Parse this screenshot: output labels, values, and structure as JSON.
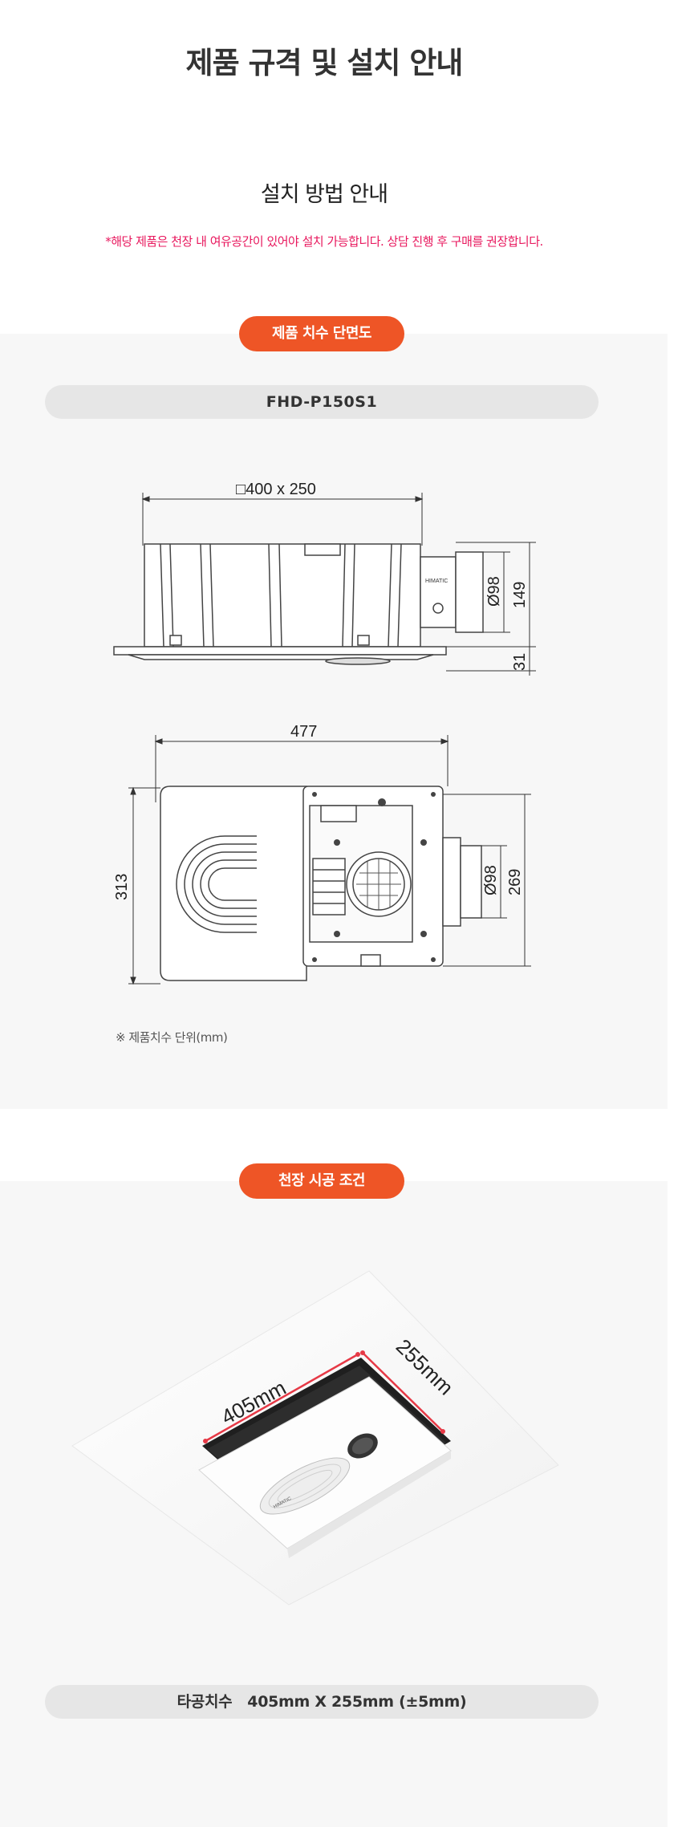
{
  "header": {
    "title": "제품 규격 및 설치 안내",
    "subtitle": "설치 방법 안내",
    "notice": "*해당 제품은 천장 내 여유공간이 있어야 설치 가능합니다. 상담 진행 후 구매를 권장합니다."
  },
  "section_dimensions": {
    "badge": "제품 치수 단면도",
    "model": "FHD-P150S1",
    "side_view": {
      "width_label": "□400 x 250",
      "duct_label": "Ø98",
      "height_label": "149",
      "panel_label": "31",
      "brand_mark": "HIMATIC"
    },
    "top_view": {
      "width_label": "477",
      "depth_label": "313",
      "duct_label": "Ø98",
      "height_label": "269"
    },
    "unit_note": "※ 제품치수 단위(mm)"
  },
  "section_ceiling": {
    "badge": "천장 시공 조건",
    "length_label": "405mm",
    "width_label": "255mm",
    "brand_mark": "HIMATIC",
    "cut_label": "타공치수",
    "cut_value": "405mm X 255mm (±5mm)"
  },
  "colors": {
    "accent": "#ee5526",
    "notice": "#e8175d",
    "panel_bg": "#f7f7f7",
    "bar_bg": "#e6e6e6",
    "dimension_red": "#e63946"
  }
}
